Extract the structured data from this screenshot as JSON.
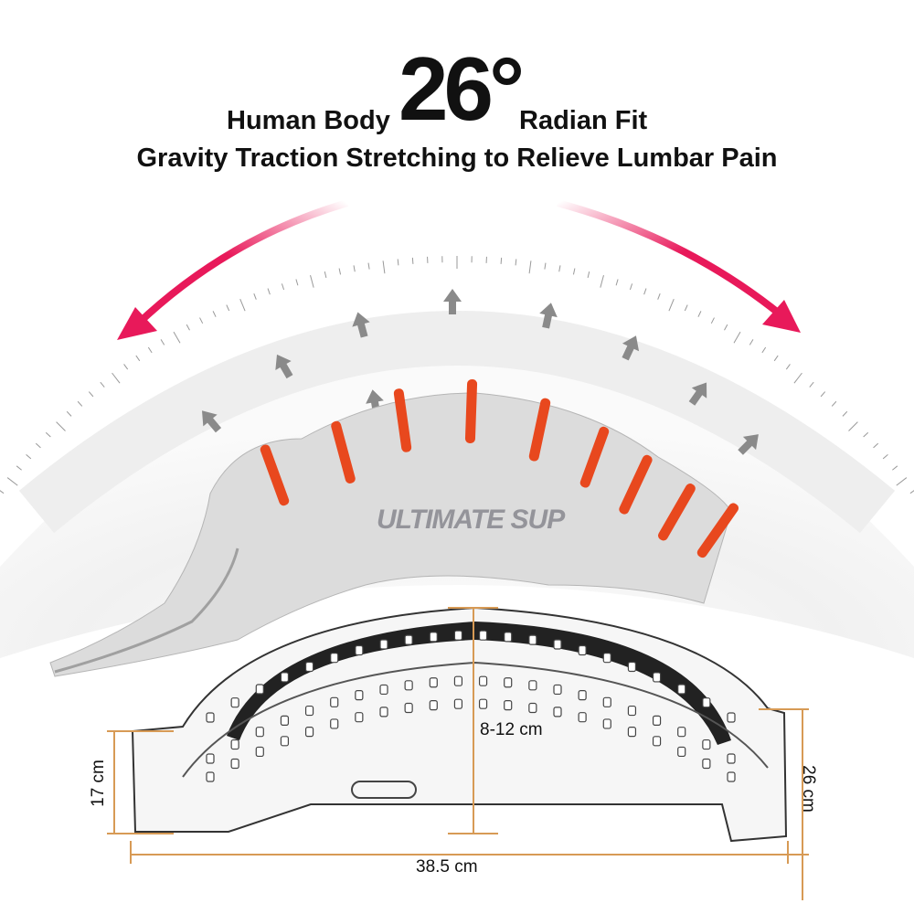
{
  "headline": {
    "prefix": "Human Body",
    "angle": "26°",
    "suffix": "Radian Fit",
    "subtitle": "Gravity Traction Stretching to Relieve Lumbar Pain"
  },
  "dimensions": {
    "height_left": "17 cm",
    "arch_height": "8-12 cm",
    "width": "26 cm",
    "length": "38.5 cm"
  },
  "watermark": "ULTIMATE SUP",
  "colors": {
    "arrow": "#e8195a",
    "disc": "#e8481e",
    "dimension_line": "#d79a55"
  }
}
